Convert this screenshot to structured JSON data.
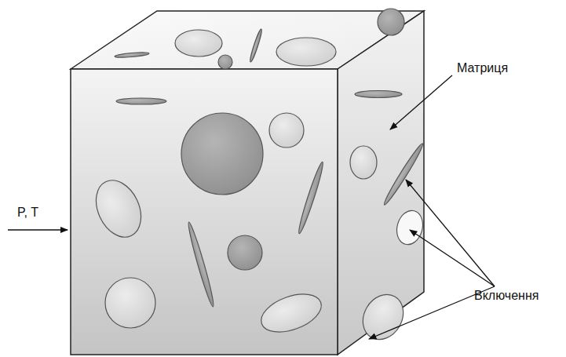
{
  "diagram": {
    "labels": [
      "Матриця",
      "P, T",
      "Включення"
    ]
  }
}
